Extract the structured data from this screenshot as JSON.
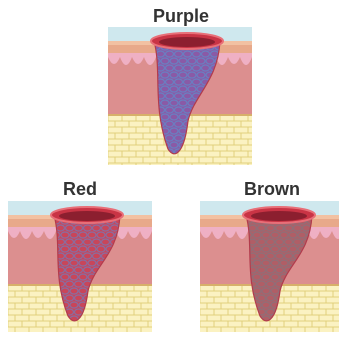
{
  "panels": [
    {
      "label": "Purple",
      "wound_color": "#8a5aa6",
      "scale_stroke": "#6a7fc1"
    },
    {
      "label": "Red",
      "wound_color": "#c8465a",
      "scale_stroke": "#8a6d9f"
    },
    {
      "label": "Brown",
      "wound_color": "#b05e66",
      "scale_stroke": "#8f6f78"
    }
  ]
}
